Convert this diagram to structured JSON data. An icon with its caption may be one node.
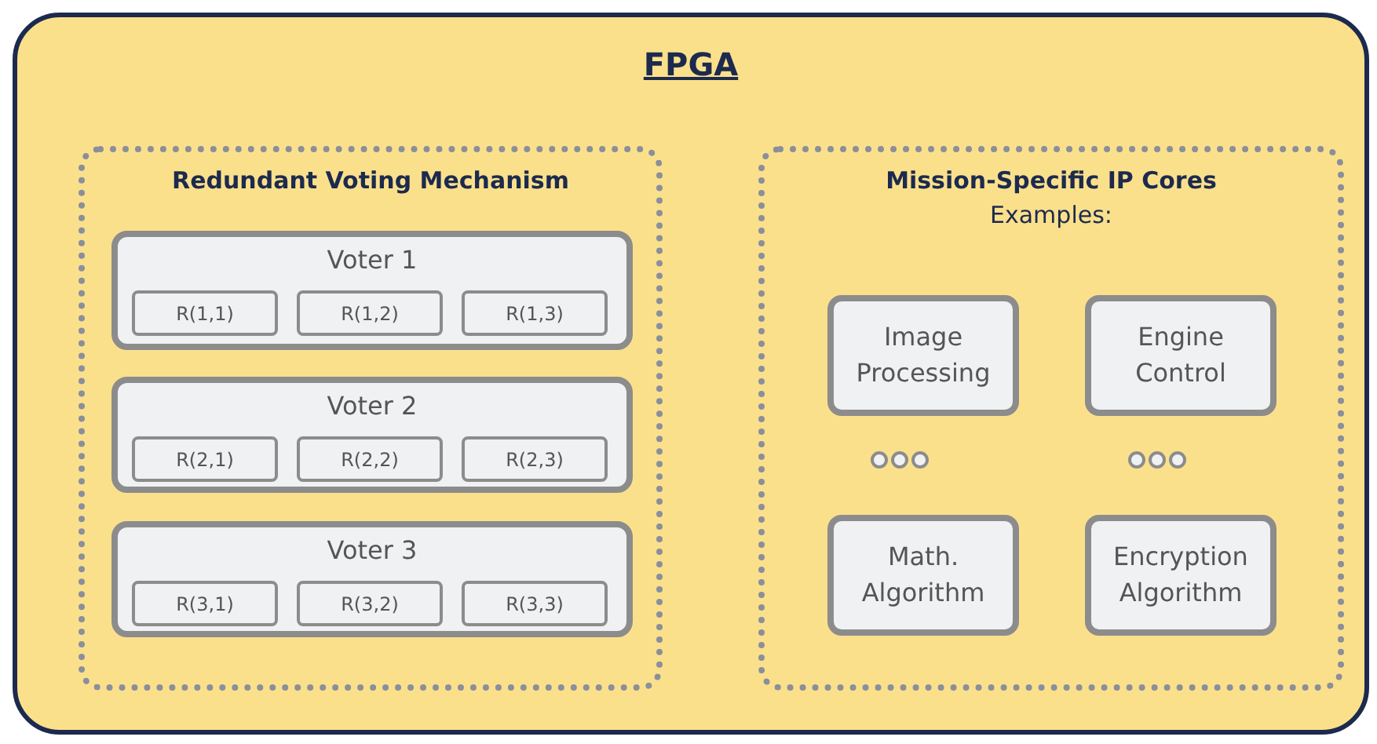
{
  "diagram": {
    "nodes": [
      {
        "text": [
          "FPGA"
        ]
      },
      {
        "text": [
          "Redundant Voting Mechanism"
        ],
        "in": 0
      },
      {
        "text": [
          "Voter 1"
        ],
        "in": 1
      },
      {
        "text": [
          "R(1,1)"
        ],
        "in": 2
      },
      {
        "text": [
          "R(1,2)"
        ],
        "in": 2
      },
      {
        "text": [
          "R(1,3)"
        ],
        "in": 2
      },
      {
        "text": [
          "Voter 2"
        ],
        "in": 1
      },
      {
        "text": [
          "R(2,1)"
        ],
        "in": 6
      },
      {
        "text": [
          "R(2,2)"
        ],
        "in": 6
      },
      {
        "text": [
          "R(2,3)"
        ],
        "in": 6
      },
      {
        "text": [
          "Voter 3"
        ],
        "in": 1
      },
      {
        "text": [
          "R(3,1)"
        ],
        "in": 10
      },
      {
        "text": [
          "R(3,2)"
        ],
        "in": 10
      },
      {
        "text": [
          "R(3,3)"
        ],
        "in": 10
      },
      {
        "text": [
          "Mission-Specific IP Cores",
          "Examples:"
        ],
        "in": 0
      },
      {
        "text": [
          "Image Processing"
        ],
        "in": 14
      },
      {
        "text": [
          "Engine Control"
        ],
        "in": 14
      },
      {
        "text": [
          "Math. Algorithm"
        ],
        "in": 14
      },
      {
        "text": [
          "Encryption Algorithm"
        ],
        "in": 14
      }
    ]
  }
}
